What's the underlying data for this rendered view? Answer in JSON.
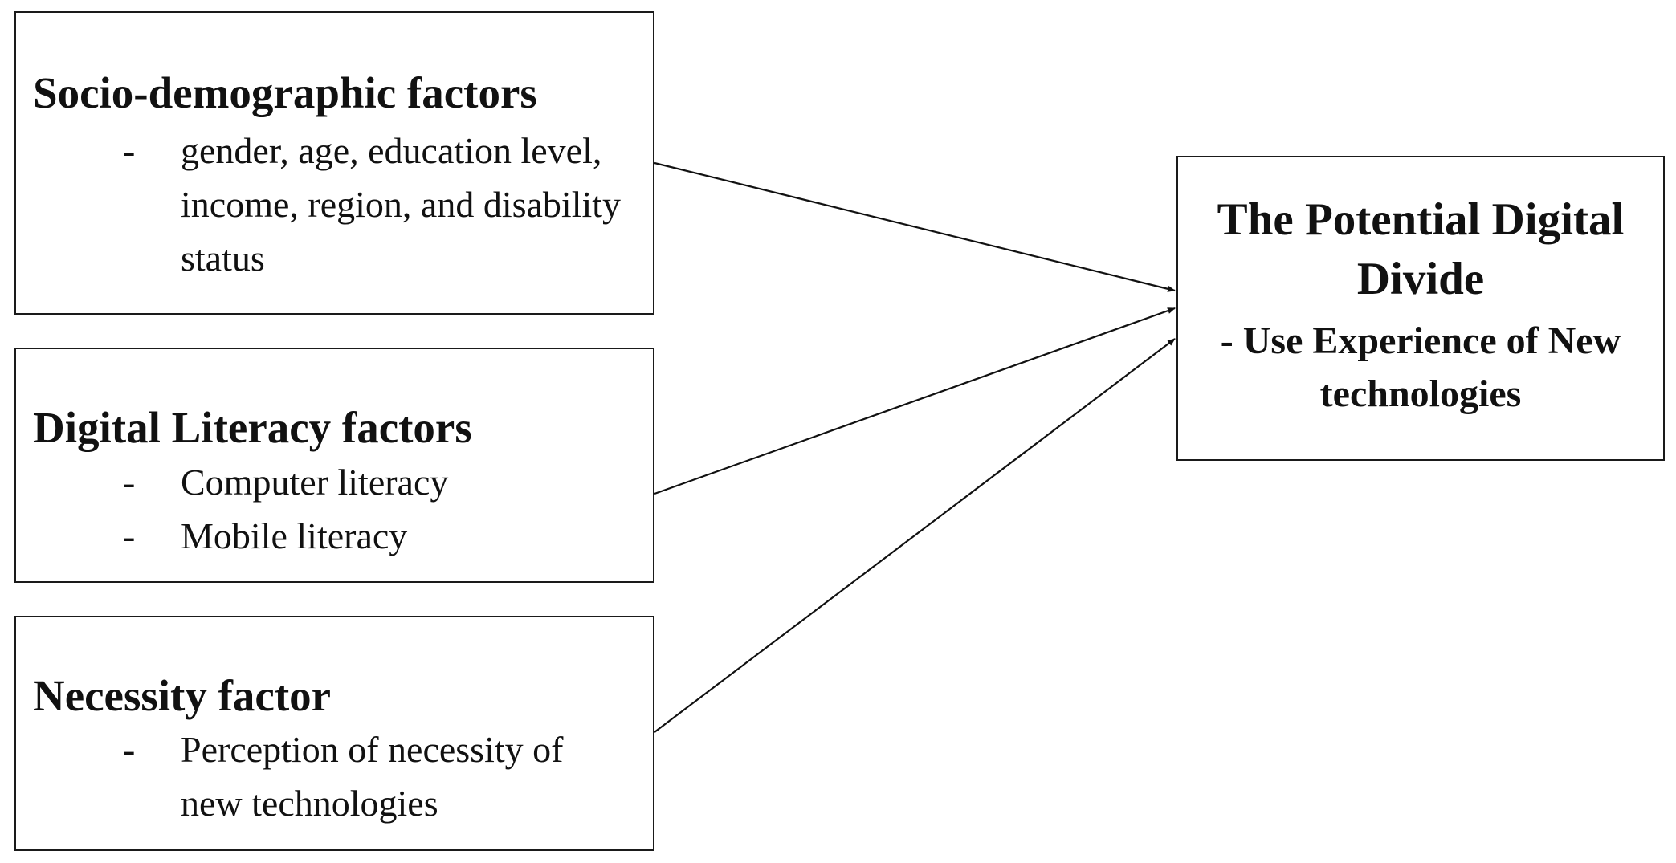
{
  "diagram": {
    "socio": {
      "title": "Socio-demographic factors",
      "items": [
        "gender, age, education level, income, region, and disability status"
      ]
    },
    "literacy": {
      "title": "Digital Literacy factors",
      "items": [
        "Computer literacy",
        "Mobile literacy"
      ]
    },
    "necessity": {
      "title": "Necessity factor",
      "items": [
        "Perception of necessity of new technologies"
      ]
    },
    "divide": {
      "title": "The Potential Digital Divide",
      "subtitle": "- Use Experience of New technologies"
    },
    "bullet": "-"
  }
}
